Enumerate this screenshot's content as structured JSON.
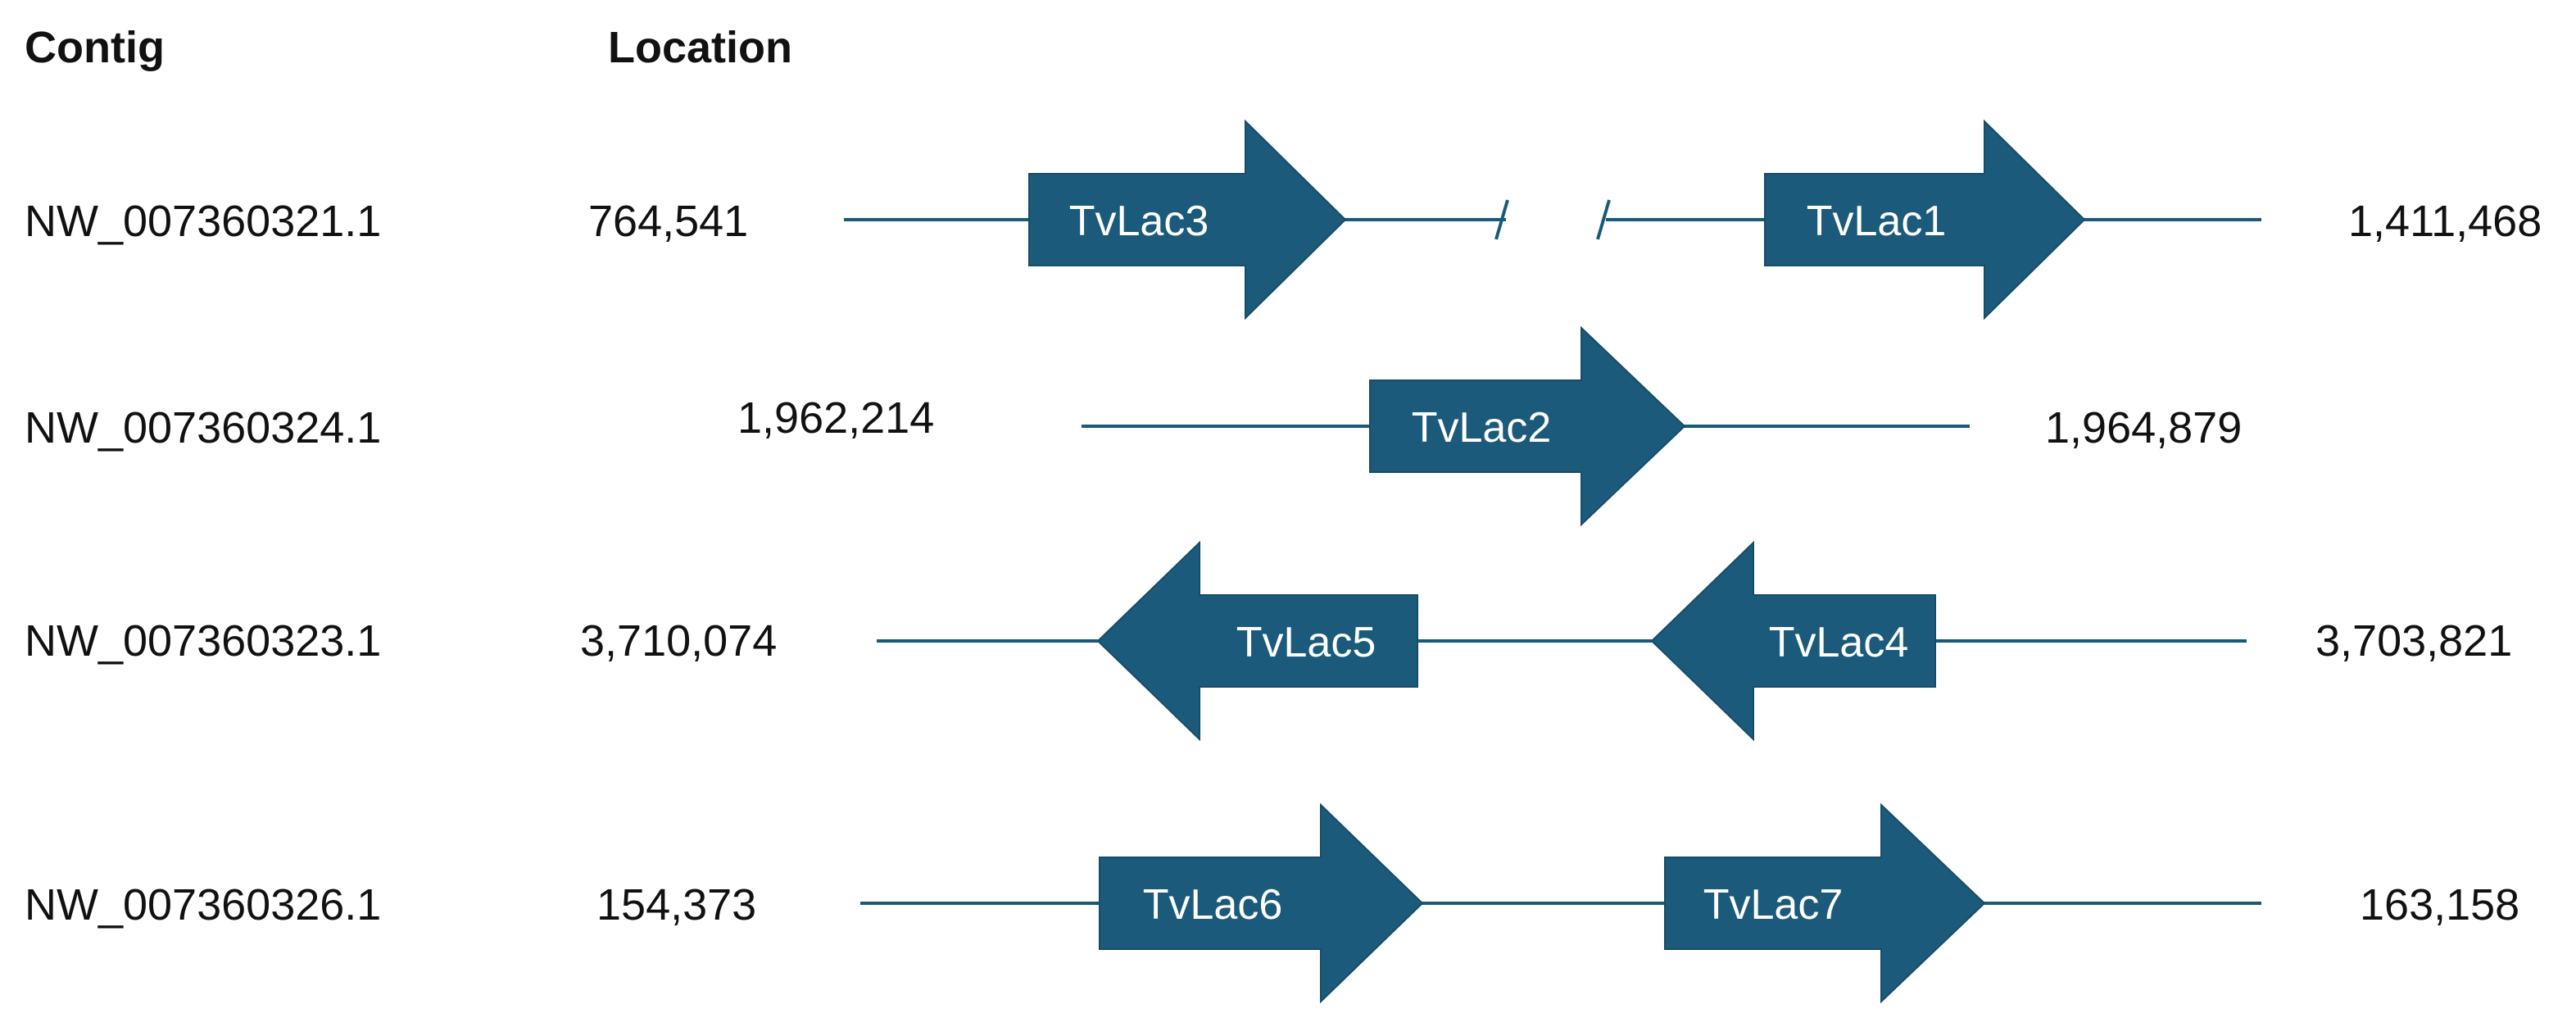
{
  "headers": {
    "contig": "Contig",
    "location": "Location"
  },
  "rows": [
    {
      "contig": "NW_007360321.1",
      "start": "764,541",
      "end": "1,411,468",
      "genes": [
        {
          "name": "TvLac3",
          "strand": "+"
        },
        {
          "name": "TvLac1",
          "strand": "+"
        }
      ]
    },
    {
      "contig": "NW_007360324.1",
      "start": "1,962,214",
      "end": "1,964,879",
      "genes": [
        {
          "name": "TvLac2",
          "strand": "+"
        }
      ]
    },
    {
      "contig": "NW_007360323.1",
      "start": "3,710,074",
      "end": "3,703,821",
      "genes": [
        {
          "name": "TvLac5",
          "strand": "-"
        },
        {
          "name": "TvLac4",
          "strand": "-"
        }
      ]
    },
    {
      "contig": "NW_007360326.1",
      "start": "154,373",
      "end": "163,158",
      "genes": [
        {
          "name": "TvLac6",
          "strand": "+"
        },
        {
          "name": "TvLac7",
          "strand": "+"
        }
      ]
    }
  ],
  "colors": {
    "gene_fill": "#1b5a7a",
    "line": "#1a5a78",
    "gene_text": "#ffffff"
  }
}
